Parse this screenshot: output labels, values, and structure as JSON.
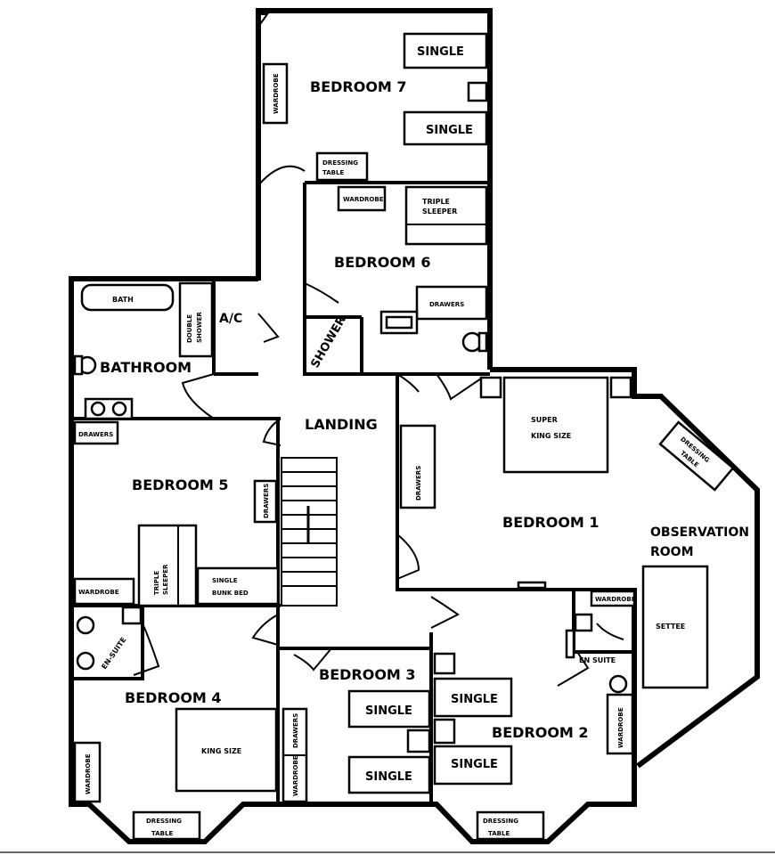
{
  "rooms": {
    "bedroom7": "BEDROOM 7",
    "bedroom6": "BEDROOM 6",
    "bathroom": "BATHROOM",
    "landing": "LANDING",
    "bedroom5": "BEDROOM 5",
    "bedroom1": "BEDROOM 1",
    "observation_line1": "OBSERVATION",
    "observation_line2": "ROOM",
    "bedroom4": "BEDROOM 4",
    "bedroom3": "BEDROOM 3",
    "bedroom2": "BEDROOM 2",
    "ac": "A/C",
    "ensuite_left": "EN-SUITE",
    "ensuite_right": "EN SUITE",
    "shower": "SHOWER"
  },
  "fixtures": {
    "single": "SINGLE",
    "bath": "BATH",
    "double_shower_l1": "DOUBLE",
    "double_shower_l2": "SHOWER",
    "wardrobe": "WARDROBE",
    "drawers": "DRAWERS",
    "dressing_l1": "DRESSING",
    "dressing_l2": "TABLE",
    "triple_l1": "TRIPLE",
    "triple_l2": "SLEEPER",
    "super_l1": "SUPER",
    "super_l2": "KING SIZE",
    "single_bunk_l1": "SINGLE",
    "single_bunk_l2": "BUNK BED",
    "king_size": "KING SIZE",
    "settee": "SETTEE"
  }
}
